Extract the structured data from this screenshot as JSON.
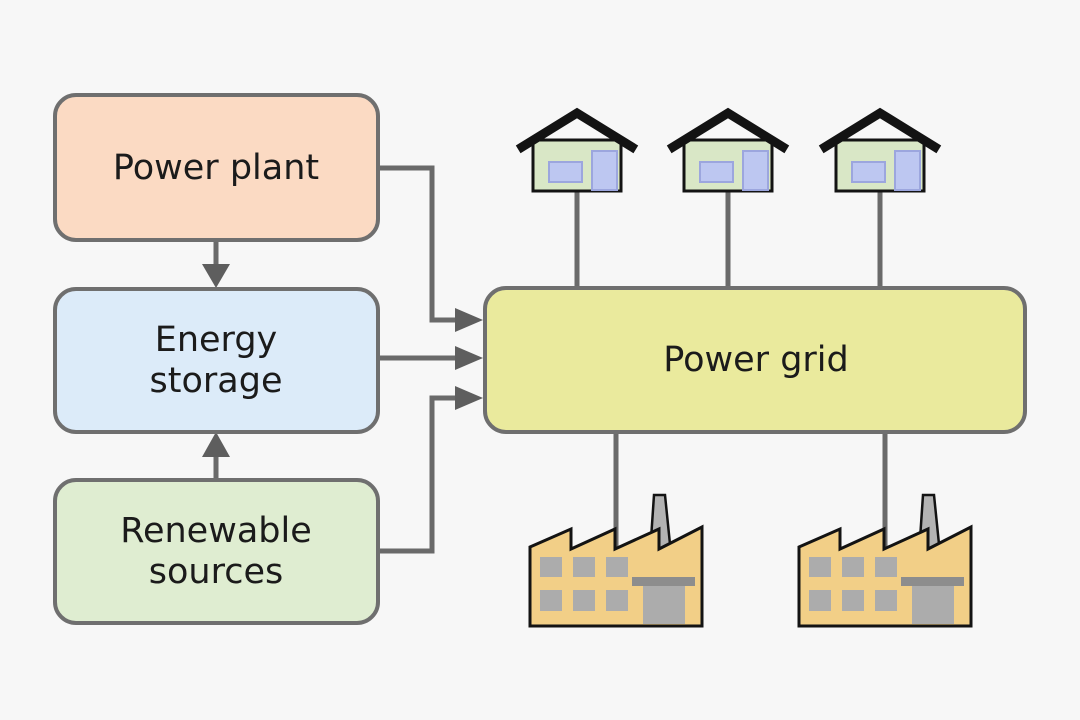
{
  "diagram": {
    "background_color": "#f7f7f7",
    "nodes": {
      "power_plant": {
        "label": "Power plant",
        "fill": "#fbdac3"
      },
      "energy_storage": {
        "label_line1": "Energy",
        "label_line2": "storage",
        "fill": "#dcebf9"
      },
      "renewable_sources": {
        "label_line1": "Renewable",
        "label_line2": "sources",
        "fill": "#dfedd1"
      },
      "power_grid": {
        "label": "Power grid",
        "fill": "#eaea9d"
      }
    },
    "connectors": {
      "line_color": "#6a6a6a",
      "arrowhead_color": "#5e5e5e",
      "box_border_color": "#6f6f6f",
      "edges": [
        "power_plant -> energy_storage",
        "renewable_sources -> energy_storage",
        "power_plant -> power_grid",
        "energy_storage -> power_grid",
        "renewable_sources -> power_grid",
        "power_grid - house x3",
        "power_grid - factory x2"
      ]
    },
    "icons": {
      "house": {
        "count": 3,
        "body_fill": "#d9e7c6",
        "roof_color": "#131313",
        "window_fill": "#bdc7f1",
        "window_border": "#9ca6de"
      },
      "factory": {
        "count": 2,
        "body_fill": "#f2cf87",
        "outline_color": "#131313",
        "window_fill": "#acacac",
        "chimney_fill": "#b3b3b3",
        "lintel_fill": "#8d8d8d",
        "door_fill": "#acacac"
      }
    }
  }
}
